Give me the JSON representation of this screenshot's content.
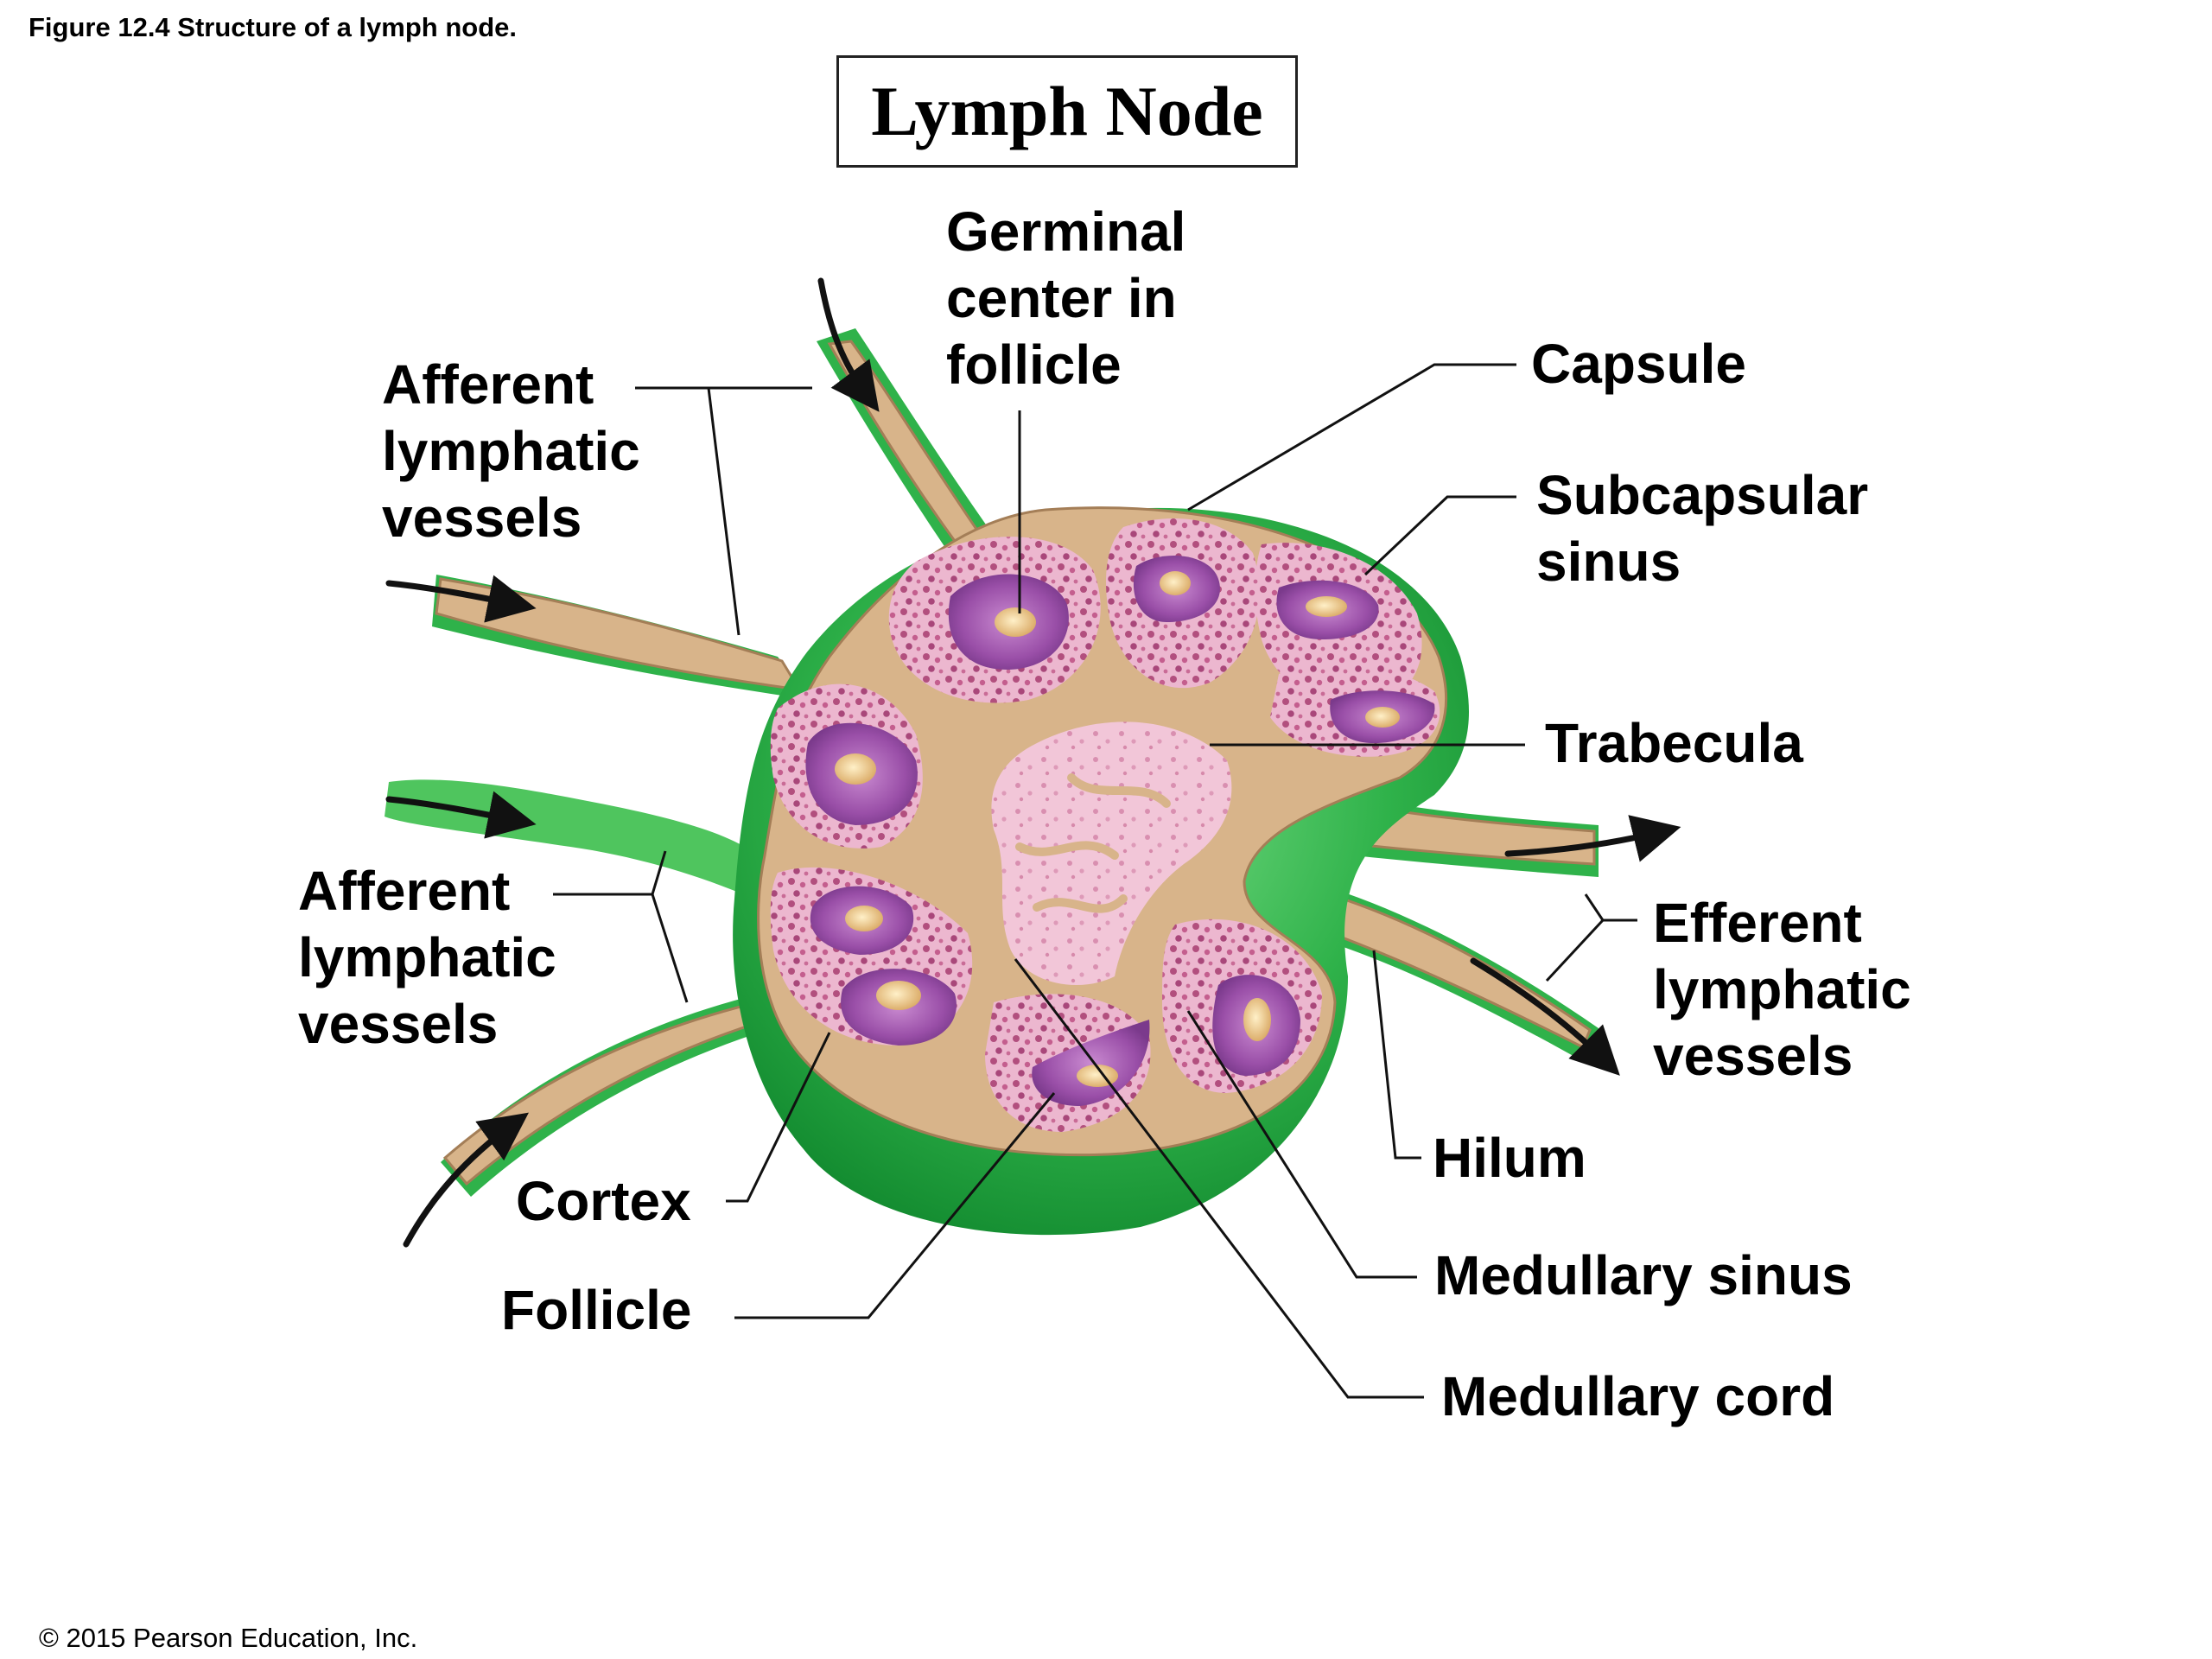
{
  "caption": "Figure 12.4 Structure of a lymph node.",
  "title": "Lymph Node",
  "labels": {
    "afferent_top": [
      "Afferent",
      "lymphatic",
      "vessels"
    ],
    "germinal_center": [
      "Germinal",
      "center in",
      "follicle"
    ],
    "capsule": "Capsule",
    "subcapsular_sinus": [
      "Subcapsular",
      "sinus"
    ],
    "trabecula": "Trabecula",
    "afferent_bottom": [
      "Afferent",
      "lymphatic",
      "vessels"
    ],
    "efferent": [
      "Efferent",
      "lymphatic",
      "vessels"
    ],
    "hilum": "Hilum",
    "cortex": "Cortex",
    "follicle": "Follicle",
    "medullary_sinus": "Medullary sinus",
    "medullary_cord": "Medullary cord"
  },
  "copyright": "© 2015 Pearson Education, Inc.",
  "colors": {
    "capsule_green": "#2fb24a",
    "vessel_tan": "#d8b48a",
    "tissue_pink": "#e7a9c6",
    "follicle_purple": "#9a4fa8",
    "germinal_tan": "#e8c38c"
  }
}
